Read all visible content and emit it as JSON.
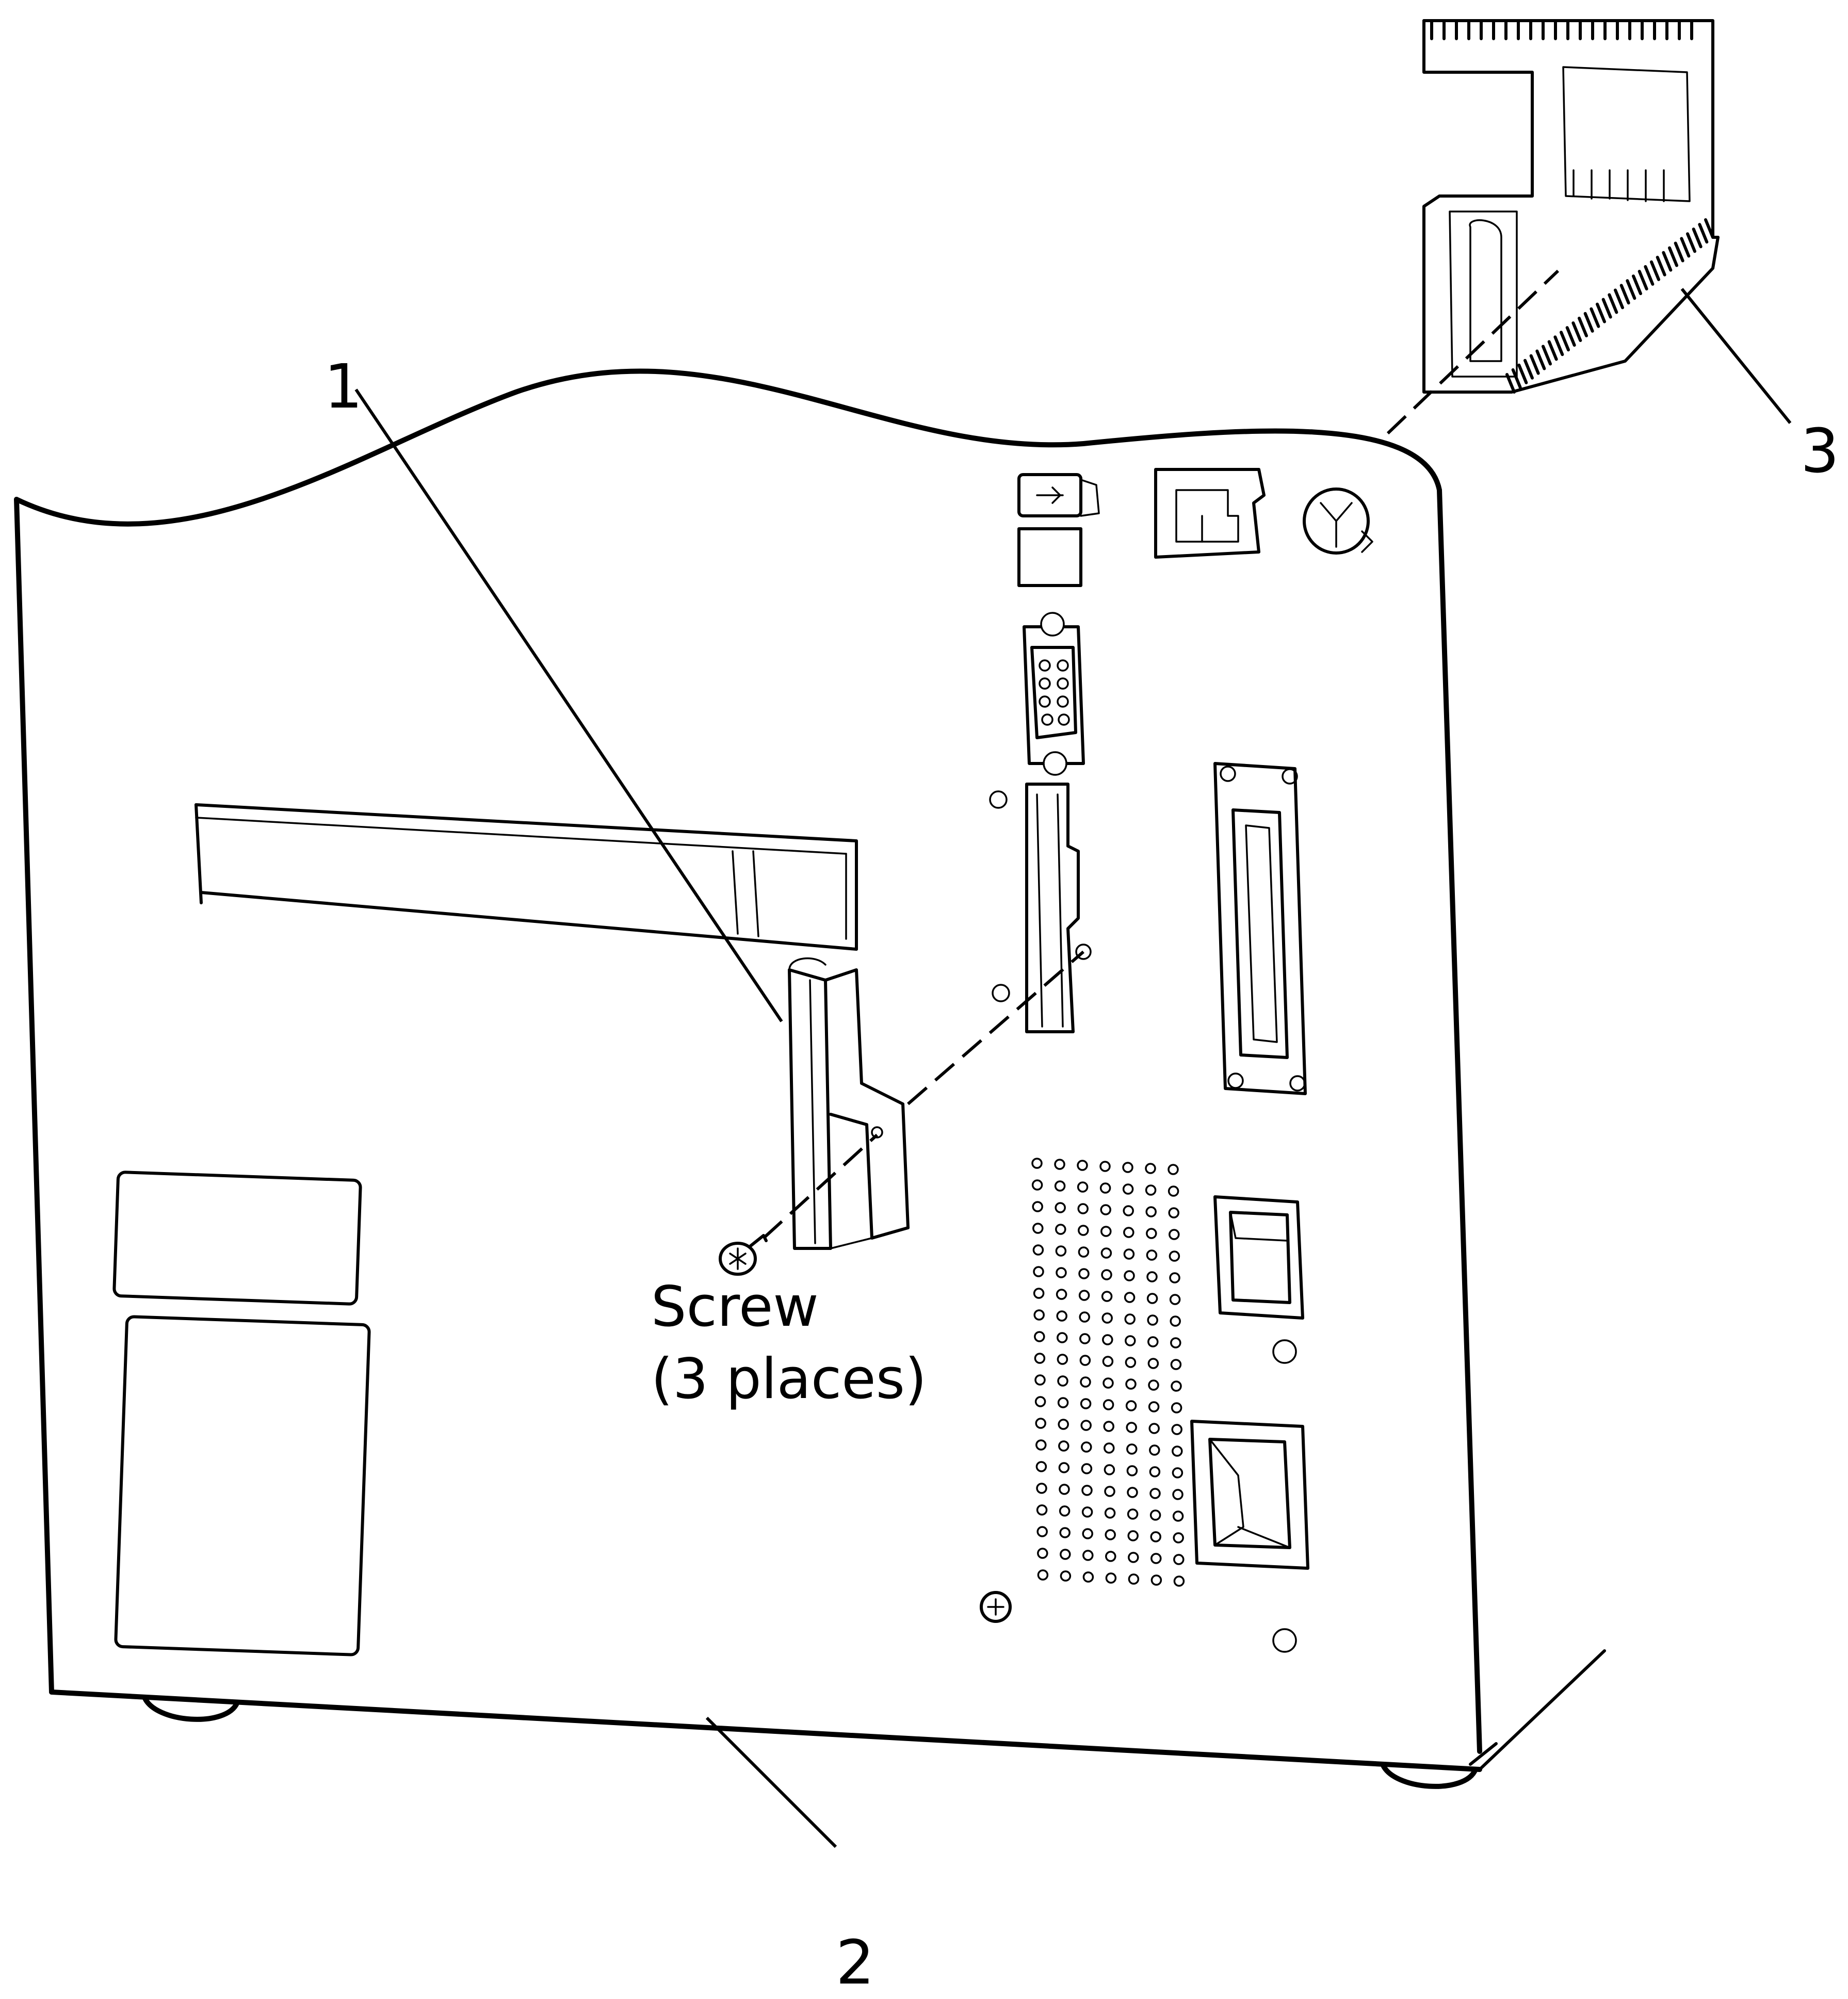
{
  "callouts": {
    "c1": "1",
    "c2": "2",
    "c3": "3"
  },
  "screw_label": {
    "line1": "Screw",
    "line2": "(3 places)"
  },
  "icons": {
    "usb_port": "usb-port-icon",
    "ethernet_port": "ethernet-port-icon",
    "serial_port": "serial-port-icon",
    "parallel_port": "parallel-port-icon",
    "power_switch": "power-switch-icon",
    "power_inlet": "power-inlet-icon",
    "screw": "screw-icon"
  },
  "colors": {
    "line": "#000000",
    "background": "#ffffff"
  }
}
